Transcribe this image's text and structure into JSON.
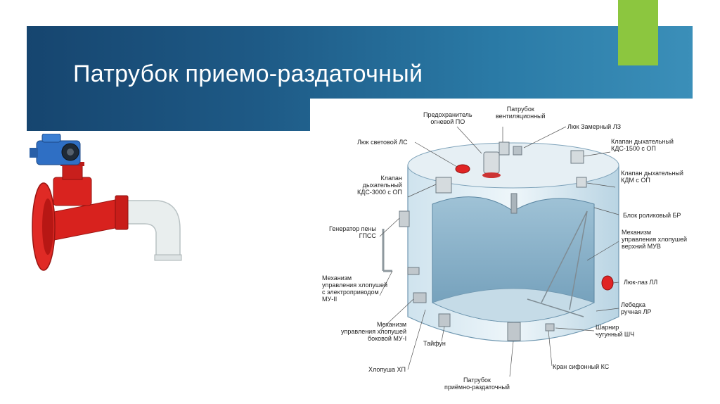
{
  "slide": {
    "title": "Патрубок приемо-раздаточный"
  },
  "diagram": {
    "labels": {
      "predohranitel": "Предохранитель\nогневой ПО",
      "patrubok_vent": "Патрубок\nвентиляционный",
      "luk_zamernyi": "Люк Замерный ЛЗ",
      "luk_svetovoi": "Люк световой ЛС",
      "klapan_kds1500": "Клапан дыхательный\nКДС-1500 с ОП",
      "klapan_kds3000": "Клапан\nдыхательный\nКДС-3000 с ОП",
      "klapan_kdm": "Клапан дыхательный\nКДМ с ОП",
      "blok_rolikovyi": "Блок роликовый БР",
      "generator_peny": "Генератор пены\nГПСС",
      "mehanizm_muv": "Механизм\nуправления хлопушей\nверхний МУВ",
      "mehanizm_mu2": "Механизм\nуправления хлопушей\nс электроприводом\nМУ-II",
      "luk_laz": "Люк-лаз ЛЛ",
      "lebedka": "Лебедка\nручная ЛР",
      "mehanizm_mu1": "Механизм\nуправления хлопушей\nбоковой МУ-I",
      "sharnir": "Шарнир\nчугунный ШЧ",
      "taifun": "Тайфун",
      "kran_sifonnyi": "Кран сифонный КС",
      "hlopusha": "Хлопуша ХП",
      "patrubok_priemo": "Патрубок\nприёмно-раздаточный"
    }
  }
}
